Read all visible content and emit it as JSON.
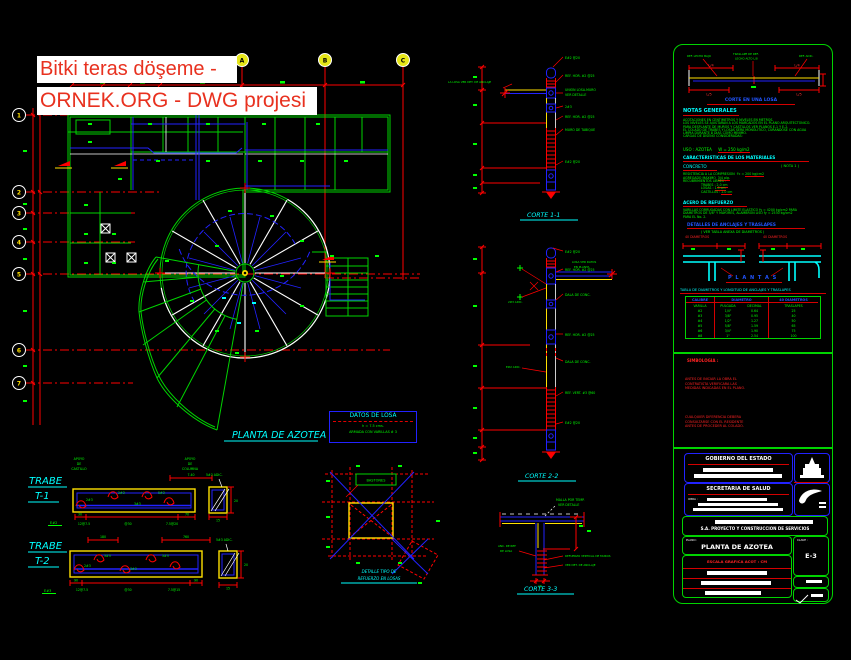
{
  "banner": {
    "line1": "Bitki teras döşeme -",
    "line2": "ORNEK.ORG - DWG projesi"
  },
  "plan": {
    "title": "PLANTA DE AZOTEA",
    "rows": [
      "1",
      "2",
      "3",
      "4",
      "5",
      "6",
      "7"
    ],
    "cols": [
      "A",
      "B",
      "C"
    ]
  },
  "datos": {
    "title": "DATOS DE LOSA",
    "l1": "h = 7.5 cms.",
    "l2": "ARMADA CON VARILLAS # 3"
  },
  "t1": {
    "n1": "TRABE",
    "n2": "T-1",
    "sc": "E#2",
    "ap1a": "APOYO",
    "ap1b": "DE",
    "ap1c": "CASTILLO",
    "ap2a": "APOYO",
    "ap2b": "DE",
    "ap2c": "COLUMNA",
    "dt": "7.40",
    "adic": "5#3 ADIC.",
    "b1": "2#3",
    "b2": "2#3",
    "b3": "3#3",
    "b4": "5#3",
    "d1": "30",
    "d2": "70",
    "r2": "12@7.5",
    "r3": "@30",
    "r4": "7.5@20",
    "sw": "15",
    "sh": "20"
  },
  "t2": {
    "n1": "TRABE",
    "n2": "T-2",
    "sc": "E#3",
    "dtl": "180",
    "dtr": "760",
    "adic": "5#3 ADIC.",
    "b1": "2#3",
    "b2": "3#3",
    "b3": "3#3",
    "b4": "5#3",
    "d1": "90",
    "d2": "90",
    "r2": "12@7.5",
    "r3": "@30",
    "r4": "7.5@15",
    "sw": "15",
    "sh": "20"
  },
  "det": {
    "box": "BASTONES",
    "t1": "DETALLE TIPO DE",
    "t2": "REFUERZO EN LOSAS"
  },
  "c1": {
    "label": "CORTE 1-1",
    "ln": "LA LOSA VER DET. DE ANCLAJE",
    "a1": "E#2 @20",
    "a2": "REF. HOR. #2 @25",
    "a3": "UNION LOSA-MURO",
    "a3b": "VER DETALLE",
    "a4": "2#3",
    "a5": "REF. HOR. #2 @25",
    "a6": "MURO DE TABIQUE",
    "a7": "E#2 @20"
  },
  "c2": {
    "label": "CORTE 2-2",
    "s1": "LOSA VER DATOS",
    "s2": "EN PLANTA",
    "p1": "2#3 ADIC.",
    "e1": "E#2 ADIC.",
    "a1": "E#2 @20",
    "a2": "REF. HOR. #2 @25",
    "a3": "DALA DE CONC.",
    "a4": "REF. HOR. #2 @25",
    "a5": "DALA DE CONC.",
    "a6": "REF. VERT. #3 @60",
    "a7": "E#2 @20"
  },
  "c3": {
    "label": "CORTE 3-3",
    "m1": "MALLA POR TEMP.",
    "m2": "VER DETALLE",
    "l1": "ANC. DE REF.",
    "l2": "DE LOSA",
    "r1": "REFUERZO VERTICAL DE MUROS",
    "r2": "VER DET. DE ANCLAJE",
    "db": "15"
  },
  "panel": {
    "diag": {
      "g1": "REF. LECHO BAJO",
      "g2": "TRASLAPE DE REF.",
      "g3": "LECHO ALTO  L/8",
      "g4": "REF. ADIC.",
      "d1": "L/4",
      "d2": "L/4",
      "d3": "L/5",
      "d4": "L/5",
      "title": "CORTE EN UNA LOSA"
    },
    "notas_t": "NOTAS GENERALES",
    "n1": "ACOTACIONES EN CENTIMETROS Y NIVELES EN METROS.",
    "n2": "LOS NIVELES SE AJUSTARAN A LOS MARCADOS EN EL PLANO ARQUITECTONICO.",
    "n3": "PARA DESPLANTE DE MUROS Y CASTILLOS VER PLANOS E-1 Y E-2.",
    "n4": "EL COLADO DE TRABES Y LOSAS SERA MONOLITICO, CURANDOSE CON AGUA",
    "n5": "LIMPIA DURANTE 8 DIAS COMO MINIMO.",
    "n6": "CARGAS DE DISEÑO CONSIDERADAS:",
    "uso": "USO : AZOTEA",
    "usov": "W = 250 kg/m2",
    "mat_t": "CARACTERISTICAS DE LOS MATERIALES",
    "conc_t": "CONCRETO",
    "nota1": "( NOTA 1 )",
    "m1": "RESISTENCIA A LA COMPRESION",
    "m1b": "f'c =",
    "m1v": "200 kg/cm2",
    "m2": "AGREGADO MAXIMO",
    "m2v": "3/4 plg.",
    "m3": "RECUBRIMIENTOS LIBRES :",
    "m4": "TRABES :",
    "m4v": "2.0 cm",
    "m5": "LOSAS :",
    "m5v": "1.5 cm",
    "m6": "CASTILLOS :",
    "m6v": "2.0 cm",
    "acero_t": "ACERO DE REFUERZO",
    "a1": "VARILLAS CORRUGADAS CON LIMITE ELASTICO fy = 4200 kg/cm2 PARA",
    "a2": "DIAMETROS DE 3/8\" Y MAYORES, ALAMBRON LISO fy = 2530 kg/cm2",
    "a3": "PARA EL No. 2.",
    "anc_t": "DETALLES DE ANCLAJES Y TRASLAPES",
    "anc_s": "( VER TABLA ANEXA DE DIAMETROS )",
    "dd1": "40 DIAMETROS",
    "dd2": "40 DIAMETROS",
    "plantas": "P L A N T A S",
    "tabla_t": "TABLA DE DIAMETROS Y LONGITUD DE ANCLAJES Y TRASLAPES",
    "th1": "CALIBRE",
    "th1s": "VARILLA",
    "th2": "DIAMETRO",
    "th2a": "PULGADA",
    "th2b": "DECIMAL",
    "th3": "40 DIAMETROS",
    "th3s": "TRASLAPES",
    "rows": [
      [
        "#2",
        "1/4\"",
        "0.64",
        "25"
      ],
      [
        "#3",
        "3/8\"",
        "0.95",
        "40"
      ],
      [
        "#4",
        "1/2\"",
        "1.27",
        "50"
      ],
      [
        "#5",
        "5/8\"",
        "1.59",
        "65"
      ],
      [
        "#6",
        "3/4\"",
        "1.90",
        "75"
      ],
      [
        "#8",
        "1\"",
        "2.54",
        "100"
      ]
    ],
    "simb_t": "SIMBOLOGIA :",
    "s1": "ANTES DE INICIAR LA OBRA EL",
    "s2": "CONTRATISTA VERIFICARA LAS",
    "s3": "MEDIDAS INDICADAS EN EL PLANO.",
    "s4": "CUALQUIER DIFERENCIA DEBERA",
    "s5": "CONSULTARSE CON EL RESIDENTE",
    "s6": "ANTES DE PROCEDER AL COLADO."
  },
  "tb": {
    "gob": "GOBIERNO DEL ESTADO",
    "sec": "SECRETARIA DE SALUD",
    "obra": "OBRA :",
    "sa": "S.A. PROYECTO Y CONSTRUCCION DE SERVICIOS",
    "plano": "PLANO :",
    "pt": "PLANTA DE AZOTEA",
    "clave": "CLAVE :",
    "cv": "E-3",
    "esc": "ESCALA GRAFICA      ACOT : CM"
  }
}
